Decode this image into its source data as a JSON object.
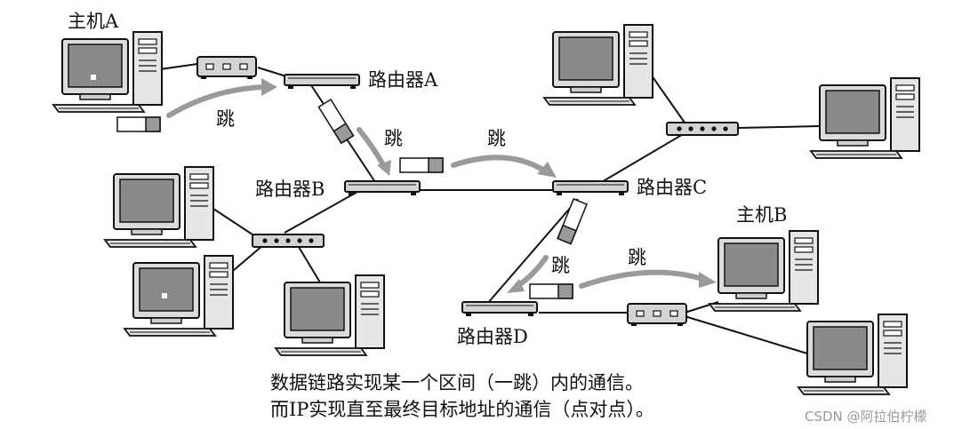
{
  "labels": {
    "host_a": "主机A",
    "host_b": "主机B",
    "router_a": "路由器A",
    "router_b": "路由器B",
    "router_c": "路由器C",
    "router_d": "路由器D",
    "hop": "跳"
  },
  "caption": {
    "line1": "数据链路实现某一个区间（一跳）内的通信。",
    "line2": "而IP实现直至最终目标地址的通信（点对点）。"
  },
  "watermark": "CSDN @阿拉伯柠檬",
  "colors": {
    "line": "#111111",
    "arrow": "#9a9a9a",
    "device_body": "#d4d4d4",
    "screen": "#8a8a8a",
    "packet_fill": "#ffffff",
    "packet_tail": "#9a9a9a"
  }
}
